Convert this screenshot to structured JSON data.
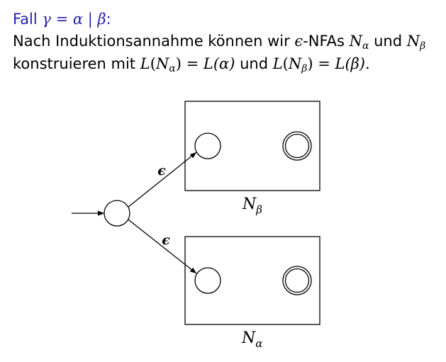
{
  "header": {
    "fall_word": "Fall",
    "case_formula": "γ = α | β",
    "colon": ":",
    "accent_color": "#2222aa"
  },
  "text": {
    "line1": {
      "pre": "Nach Induktionsannahme können wir ",
      "epsilon": "ϵ",
      "nfas": "-NFAs ",
      "n_alpha_base": "N",
      "n_alpha_sub": "α",
      "und": " und ",
      "n_beta_base": "N",
      "n_beta_sub": "β"
    },
    "line2": {
      "pre": "konstruieren mit ",
      "l1": "L",
      "open1": "(",
      "n_base": "N",
      "n_sub": "α",
      "close1": ") = ",
      "l2": "L",
      "arg1": "(α)",
      "und": " und ",
      "l3": "L",
      "open3": "(",
      "n3_base": "N",
      "n3_sub": "β",
      "close3": ") = ",
      "l4": "L",
      "arg4": "(β)."
    }
  },
  "diagram": {
    "edge_label_top": "ϵ",
    "edge_label_bottom": "ϵ",
    "box_top_label_base": "N",
    "box_top_label_sub": "β",
    "box_bottom_label_base": "N",
    "box_bottom_label_sub": "α"
  }
}
